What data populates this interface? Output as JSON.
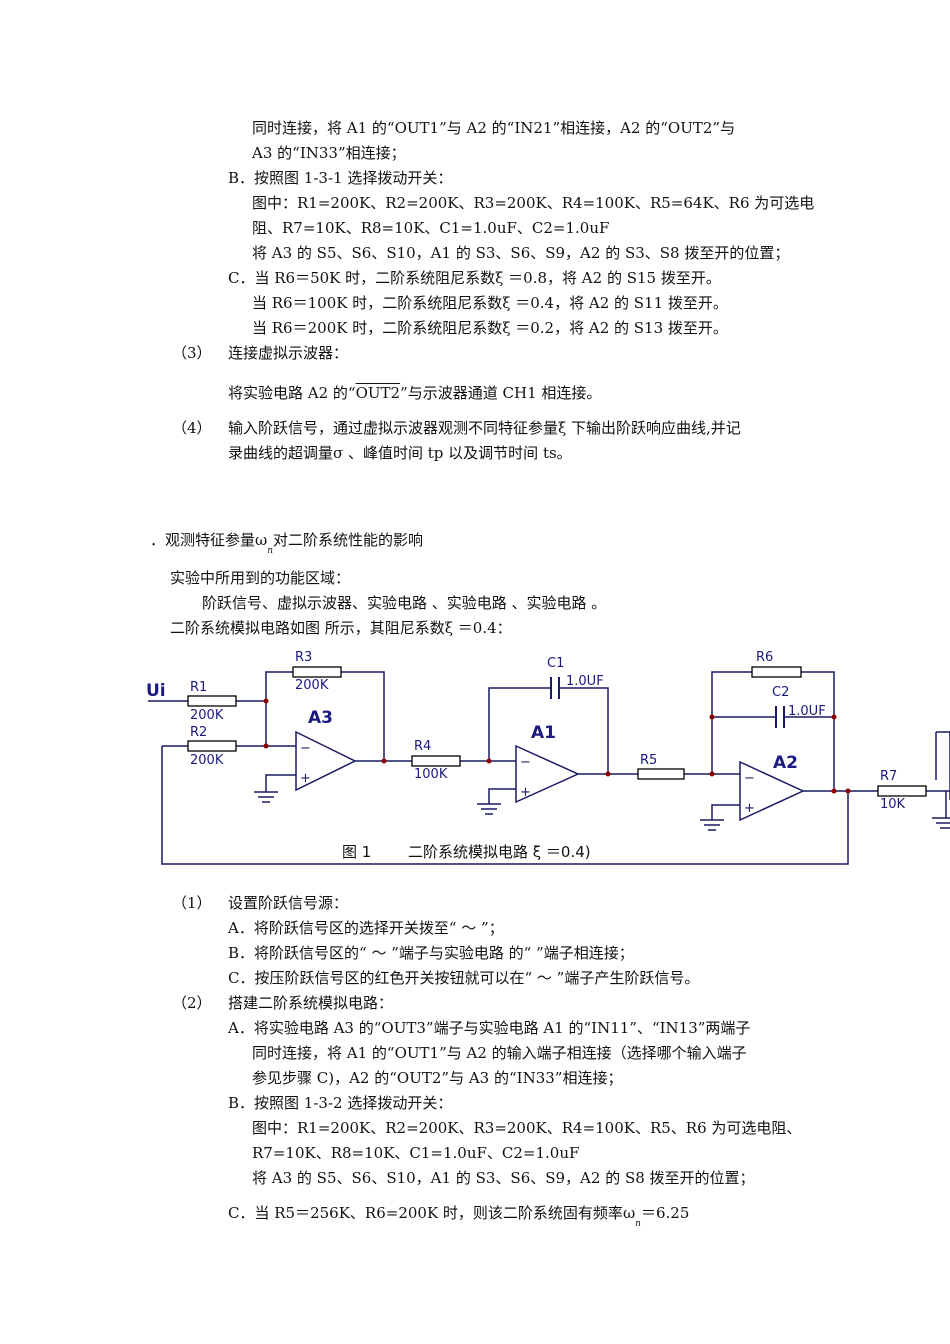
{
  "lines": [
    "同时连接，将 A1 的“OUT1”与 A2 的“IN21”相连接，A2 的“OUT2”与",
    "A3 的“IN33”相连接；",
    "B．按照图 1-3-1 选择拨动开关：",
    "图中：R1=200K、R2=200K、R3=200K、R4=100K、R5=64K、R6  为可选电",
    "阻、R7=10K、R8=10K、C1=1.0uF、C2=1.0uF",
    "将 A3 的 S5、S6、S10，A1 的 S3、S6、S9，A2 的 S3、S8 拨至开的位置；",
    "C．当 R6＝50K 时，二阶系统阻尼系数ξ  ＝0.8，将 A2 的 S15 拨至开。",
    "当 R6＝100K 时，二阶系统阻尼系数ξ  ＝0.4，将 A2 的 S11 拨至开。",
    "当 R6＝200K 时，二阶系统阻尼系数ξ  ＝0.2，将 A2 的 S13 拨至开。",
    "（3）",
    "连接虚拟示波器：",
    "（4）",
    "输入阶跃信号，通过虚拟示波器观测不同特征参量ξ  下输出阶跃响应曲线,并记",
    "录曲线的超调量σ    、峰值时间 tp 以及调节时间 ts。",
    "实验中所用到的功能区域：",
    "阶跃信号、虚拟示波器、实验电路      、实验电路      、实验电路      。",
    "二阶系统模拟电路如图            所示，其阻尼系数ξ  ＝0.4：",
    "（1）",
    "设置阶跃信号源：",
    "A．将阶跃信号区的选择开关拨至“  ～   ”；",
    "B．将阶跃信号区的“  ～   ”端子与实验电路      的“        ”端子相连接；",
    "C．按压阶跃信号区的红色开关按钮就可以在“  ～   ”端子产生阶跃信号。",
    "（2）",
    "搭建二阶系统模拟电路：",
    "A．将实验电路 A3 的“OUT3”端子与实验电路 A1 的“IN11”、“IN13”两端子",
    "同时连接，将 A1 的“OUT1”与 A2 的输入端子相连接（选择哪个输入端子",
    "参见步骤 C)，A2 的“OUT2”与 A3 的“IN33”相连接；",
    "B．按照图 1-3-2 选择拨动开关：",
    "图中：R1=200K、R2=200K、R3=200K、R4=100K、R5、R6  为可选电阻、",
    "R7=10K、R8=10K、C1=1.0uF、C2=1.0uF",
    "将 A3 的 S5、S6、S10，A1 的 S3、S6、S9，A2 的 S8 拨至开的位置；"
  ],
  "osc_line": {
    "pre": "将实验电路 A2 的“",
    "term": "OUT2",
    "post": "”与示波器通道 CH1 相连接。"
  },
  "section": {
    "pre": "．观测特征参量",
    "omega": "ω",
    "n": "n",
    "post": "对二阶系统性能的影响"
  },
  "last_line": {
    "pre": "C．当 R5＝256K、R6=200K 时，则该二阶系统固有频率",
    "omega": "ω",
    "n": "n",
    "post": "＝6.25"
  },
  "circuit": {
    "ui": "Ui",
    "r1": "R1",
    "r1v": "200K",
    "r2": "R2",
    "r2v": "200K",
    "r3": "R3",
    "r3v": "200K",
    "r4": "R4",
    "r4v": "100K",
    "r5": "R5",
    "r6": "R6",
    "r7": "R7",
    "r7v": "10K",
    "c1": "C1",
    "c1v": "1.0UF",
    "c2": "C2",
    "c2v": "1.0UF",
    "a1": "A1",
    "a2": "A2",
    "a3": "A3",
    "caption_a": "图 1",
    "caption_b": "二阶系统模拟电路  ξ  ＝0.4)"
  },
  "colors": {
    "wire": "#1a1a66",
    "resistor": "#000000",
    "node": "#8b0000",
    "label": "#1a1a80"
  }
}
